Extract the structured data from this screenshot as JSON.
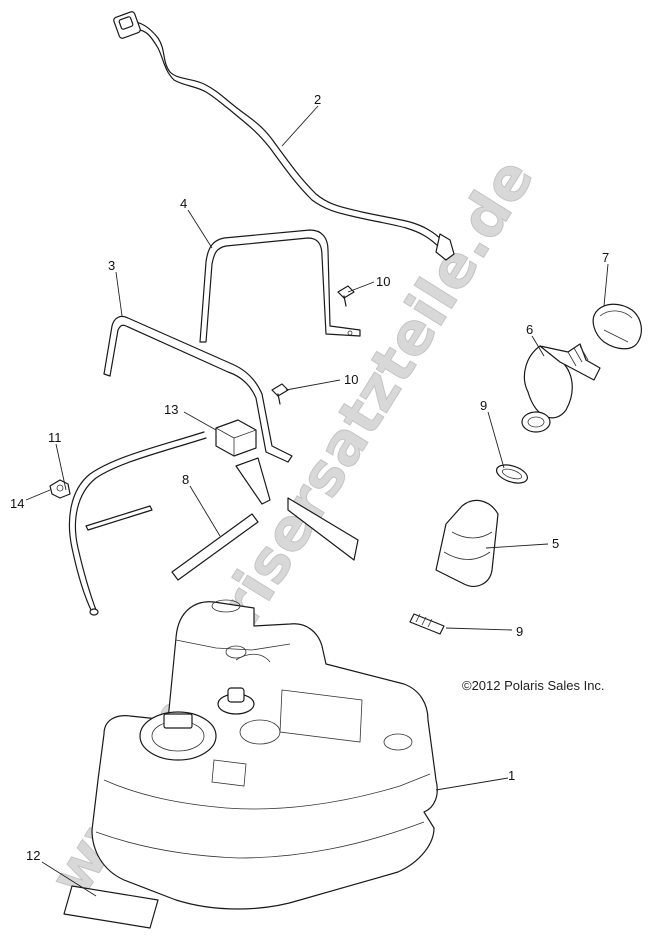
{
  "copyright": "©2012 Polaris Sales Inc.",
  "watermark": "www.polarisersatzteile.de",
  "callouts": {
    "c1": "1",
    "c2": "2",
    "c3": "3",
    "c4": "4",
    "c5": "5",
    "c6": "6",
    "c7": "7",
    "c8": "8",
    "c9a": "9",
    "c9b": "9",
    "c10a": "10",
    "c10b": "10",
    "c11": "11",
    "c12": "12",
    "c13": "13",
    "c14": "14"
  },
  "colors": {
    "line": "#1a1a1a",
    "watermark": "#d8d8d8",
    "background": "#ffffff"
  }
}
